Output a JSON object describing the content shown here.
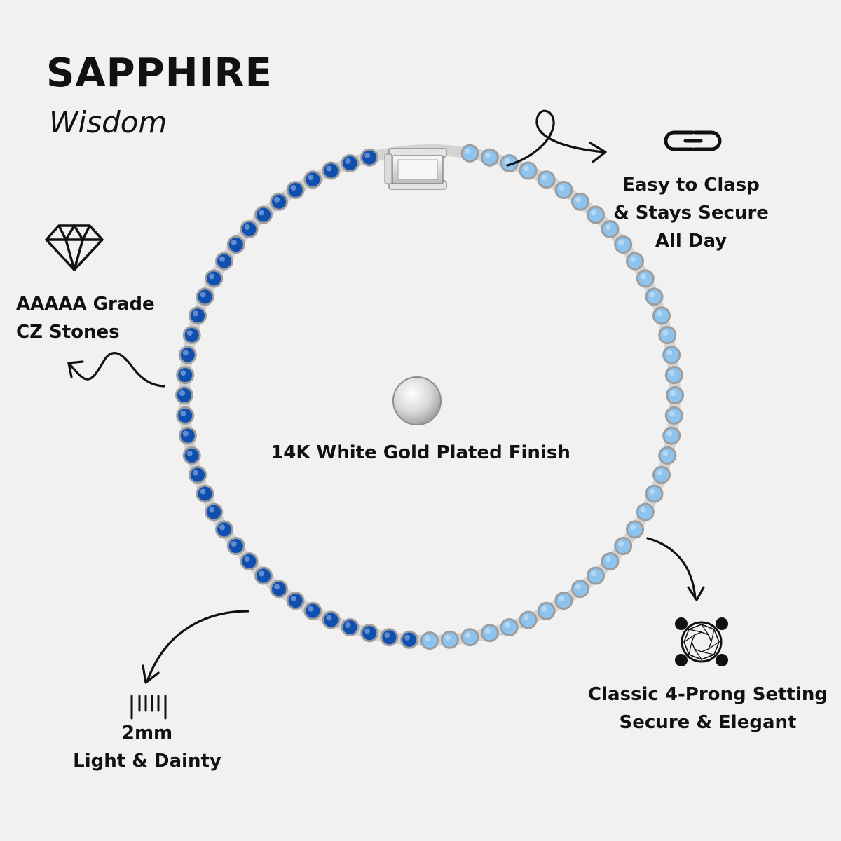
{
  "product": {
    "title": "SAPPHIRE",
    "subtitle": "Wisdom"
  },
  "features": {
    "clasp": {
      "icon": "link-chain-icon",
      "lines": [
        "Easy to Clasp",
        "& Stays Secure",
        "All Day"
      ]
    },
    "stones": {
      "icon": "diamond-icon",
      "lines": [
        "AAAAA Grade",
        "CZ Stones"
      ]
    },
    "finish": {
      "icon": "silver-disc-icon",
      "label": "14K White Gold Plated Finish"
    },
    "setting": {
      "icon": "four-prong-gem-icon",
      "lines": [
        "Classic 4-Prong Setting",
        "Secure & Elegant"
      ]
    },
    "size": {
      "icon": "ruler-ticks-icon",
      "lines": [
        "2mm",
        "Light & Dainty"
      ]
    }
  },
  "colors": {
    "background": "#f1f1f1",
    "text": "#111111",
    "stone_dark_blue": "#0f4fb0",
    "stone_light_blue": "#8cc3ef",
    "metal": "#c8c8c8"
  }
}
